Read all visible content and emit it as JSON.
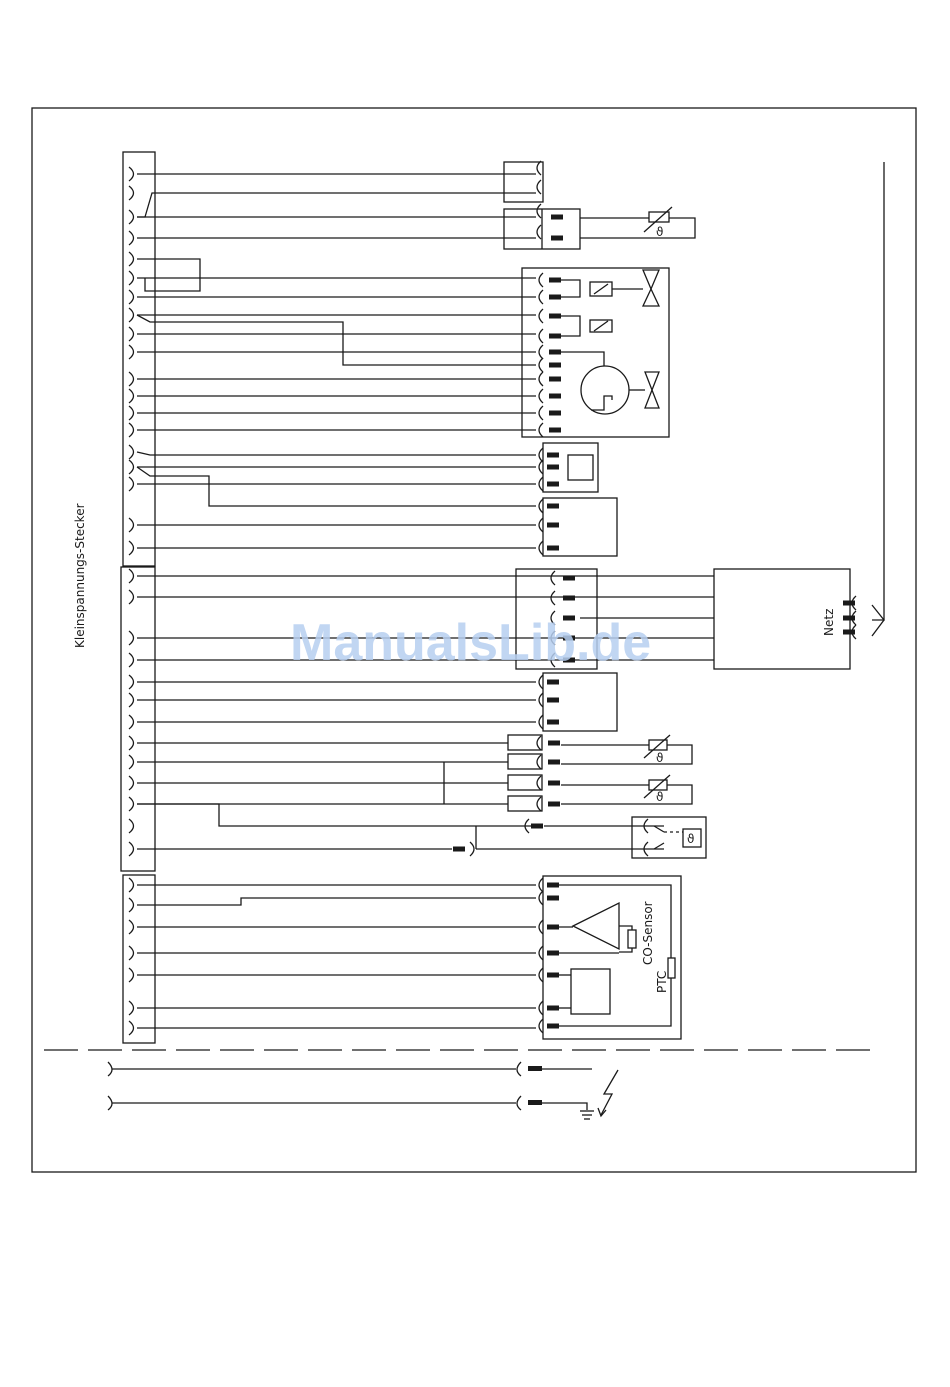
{
  "labels": {
    "connector": "Kleinspannungs-Stecker",
    "mains": "Netz",
    "co_sensor": "CO-Sensor",
    "ptc": "PTC",
    "theta": "ϑ"
  },
  "watermark": "ManualsLib.de",
  "colors": {
    "line": "#1a1a1a",
    "watermark": "#b7cff0"
  },
  "icons": [
    "ntc-thermistor-icon",
    "valve-icon",
    "relay-coil-icon",
    "fan-motor-icon",
    "lightning-icon",
    "ground-icon",
    "amplifier-icon",
    "thermostat-switch-icon"
  ]
}
